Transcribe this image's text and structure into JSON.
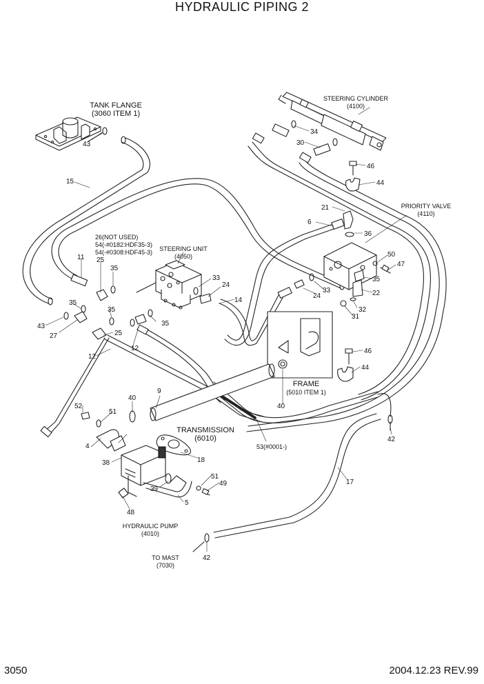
{
  "title": "HYDRAULIC PIPING 2",
  "page_number": "3050",
  "revision": "2004.12.23 REV.99",
  "labels": {
    "tank_flange": "TANK FLANGE",
    "tank_flange_ref": "(3060 ITEM 1)",
    "steering_cylinder": "STEERING CYLINDER",
    "steering_cylinder_ref": "(4100)",
    "priority_valve": "PRIORITY VALVE",
    "priority_valve_ref": "(4110)",
    "steering_unit": "STEERING UNIT",
    "steering_unit_ref": "(4050)",
    "not_used_26": "26(NOT USED)",
    "note_54a": "54(-#0182:HDF35-3)",
    "note_54b": "54(-#0308:HDF45-3)",
    "frame": "FRAME",
    "frame_ref": "(5010 ITEM 1)",
    "transmission": "TRANSMISSION",
    "transmission_ref": "(6010)",
    "hydraulic_pump": "HYDRAULIC PUMP",
    "hydraulic_pump_ref": "(4010)",
    "to_mast": "TO MAST",
    "to_mast_ref": "(7030)",
    "note_53": "53(#0001-)"
  },
  "callouts": {
    "c43a": "43",
    "c15": "15",
    "c11": "11",
    "c25a": "25",
    "c35a": "35",
    "c35b": "35",
    "c35c": "35",
    "c43b": "43",
    "c27": "27",
    "c25b": "25",
    "c35d": "35",
    "c12a": "12",
    "c12b": "12",
    "c33a": "33",
    "c24a": "24",
    "c14": "14",
    "c34": "34",
    "c30": "30",
    "c46a": "46",
    "c44a": "44",
    "c21": "21",
    "c6": "6",
    "c36": "36",
    "c50": "50",
    "c47": "47",
    "c35e": "35",
    "c33b": "33",
    "c24b": "24",
    "c22": "22",
    "c32": "32",
    "c31": "31",
    "c46b": "46",
    "c44b": "44",
    "c40a": "40",
    "c9": "9",
    "c52": "52",
    "c51a": "51",
    "c40b": "40",
    "c4": "4",
    "c38": "38",
    "c18": "18",
    "c39": "39",
    "c51b": "51",
    "c49": "49",
    "c5": "5",
    "c48": "48",
    "c42a": "42",
    "c17": "17",
    "c42b": "42"
  }
}
